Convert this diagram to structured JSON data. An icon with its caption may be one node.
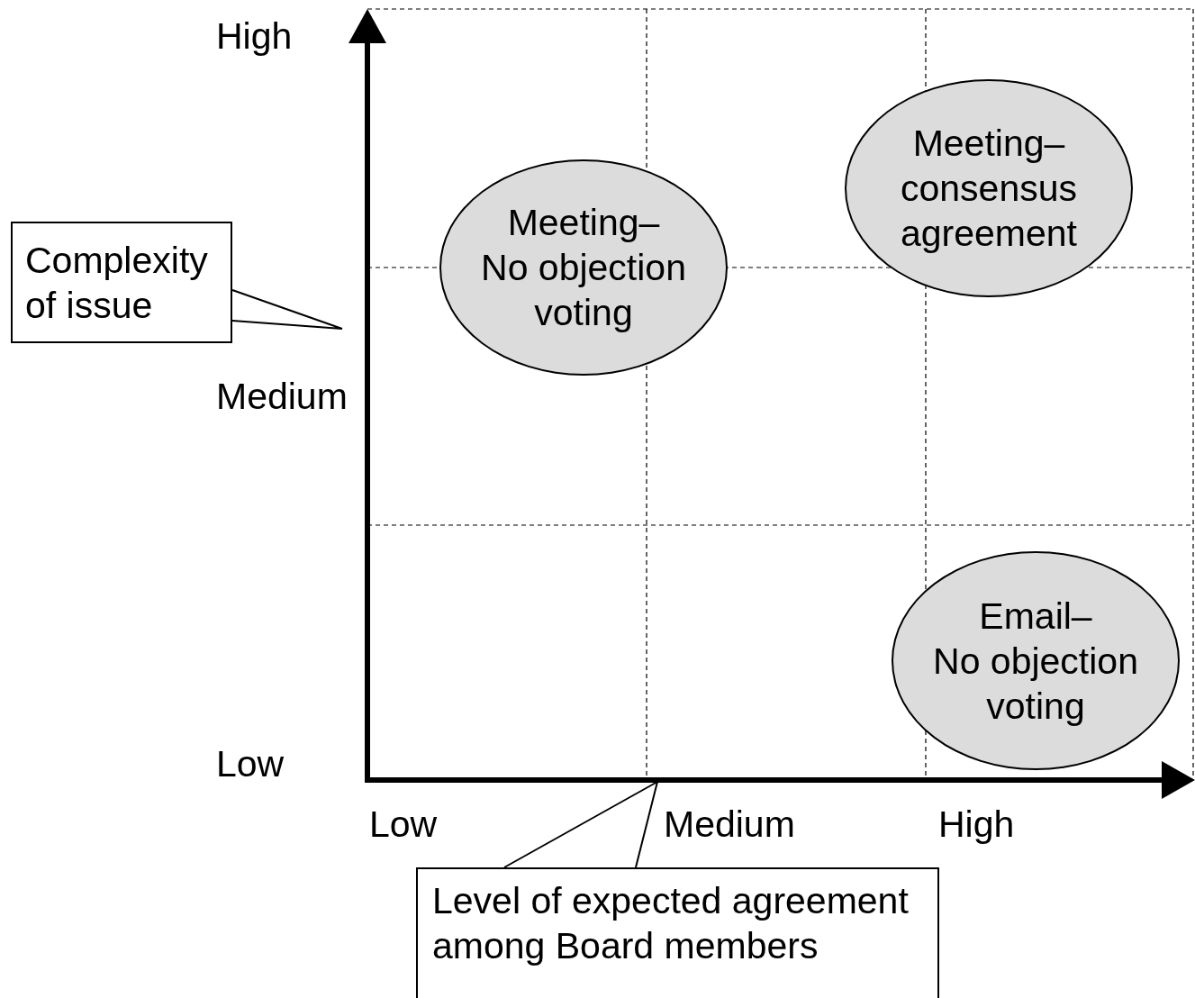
{
  "diagram": {
    "nodes": [
      {
        "text": [
          "Complexity of issue"
        ]
      },
      {
        "text": [
          "Level of expected agreement among Board members"
        ]
      },
      {
        "text": [
          "Meeting–",
          "No objection voting"
        ]
      },
      {
        "text": [
          "Meeting–",
          "consensus agreement"
        ]
      },
      {
        "text": [
          "Email–",
          "No objection voting"
        ]
      }
    ],
    "edges": [
      {
        "from": 0,
        "to": null,
        "arrow": "none"
      },
      {
        "from": 1,
        "to": null,
        "arrow": "none"
      }
    ],
    "labels": [
      "High",
      "Medium",
      "Low",
      "Low",
      "Medium",
      "High"
    ]
  }
}
